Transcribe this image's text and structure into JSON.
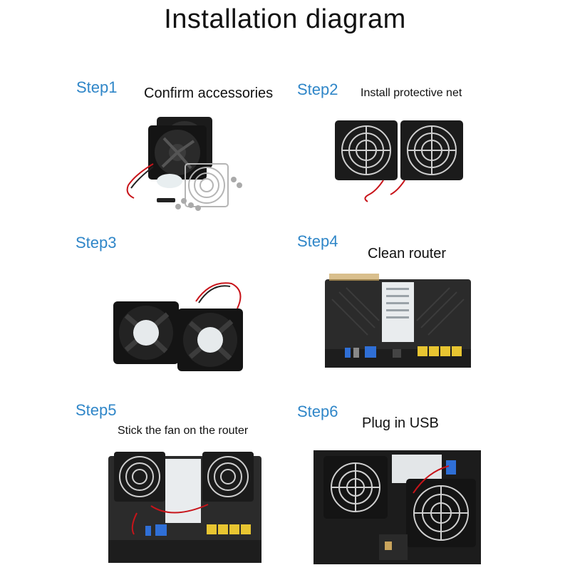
{
  "title": "Installation diagram",
  "steps": [
    {
      "label": "Step1",
      "caption": "Confirm accessories"
    },
    {
      "label": "Step2",
      "caption": "Install protective net"
    },
    {
      "label": "Step3",
      "caption": ""
    },
    {
      "label": "Step4",
      "caption": "Clean router"
    },
    {
      "label": "Step5",
      "caption": "Stick the fan on the router"
    },
    {
      "label": "Step6",
      "caption": "Plug in USB"
    }
  ],
  "colors": {
    "step_label": "#2f86c8",
    "fan": "#1b1b1b",
    "router": "#2b2b2b",
    "port_yellow": "#e8c531",
    "port_blue": "#2f6fd6",
    "wire_red": "#c8141a"
  }
}
